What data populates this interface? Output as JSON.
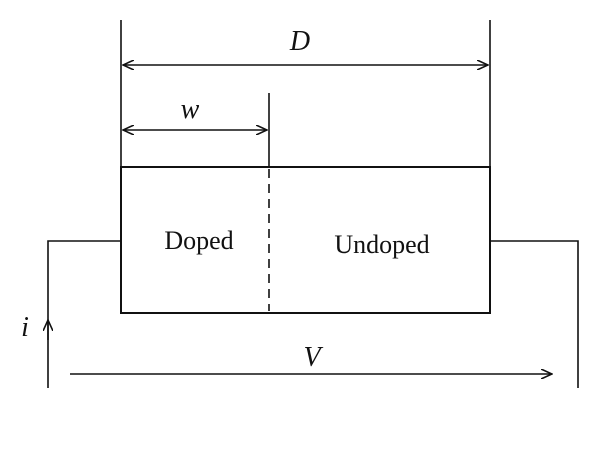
{
  "labels": {
    "device_length": "D",
    "doped_width": "w",
    "doped_region": "Doped",
    "undoped_region": "Undoped",
    "current": "i",
    "voltage": "V"
  },
  "colors": {
    "stroke": "#111111",
    "background": "#ffffff"
  }
}
